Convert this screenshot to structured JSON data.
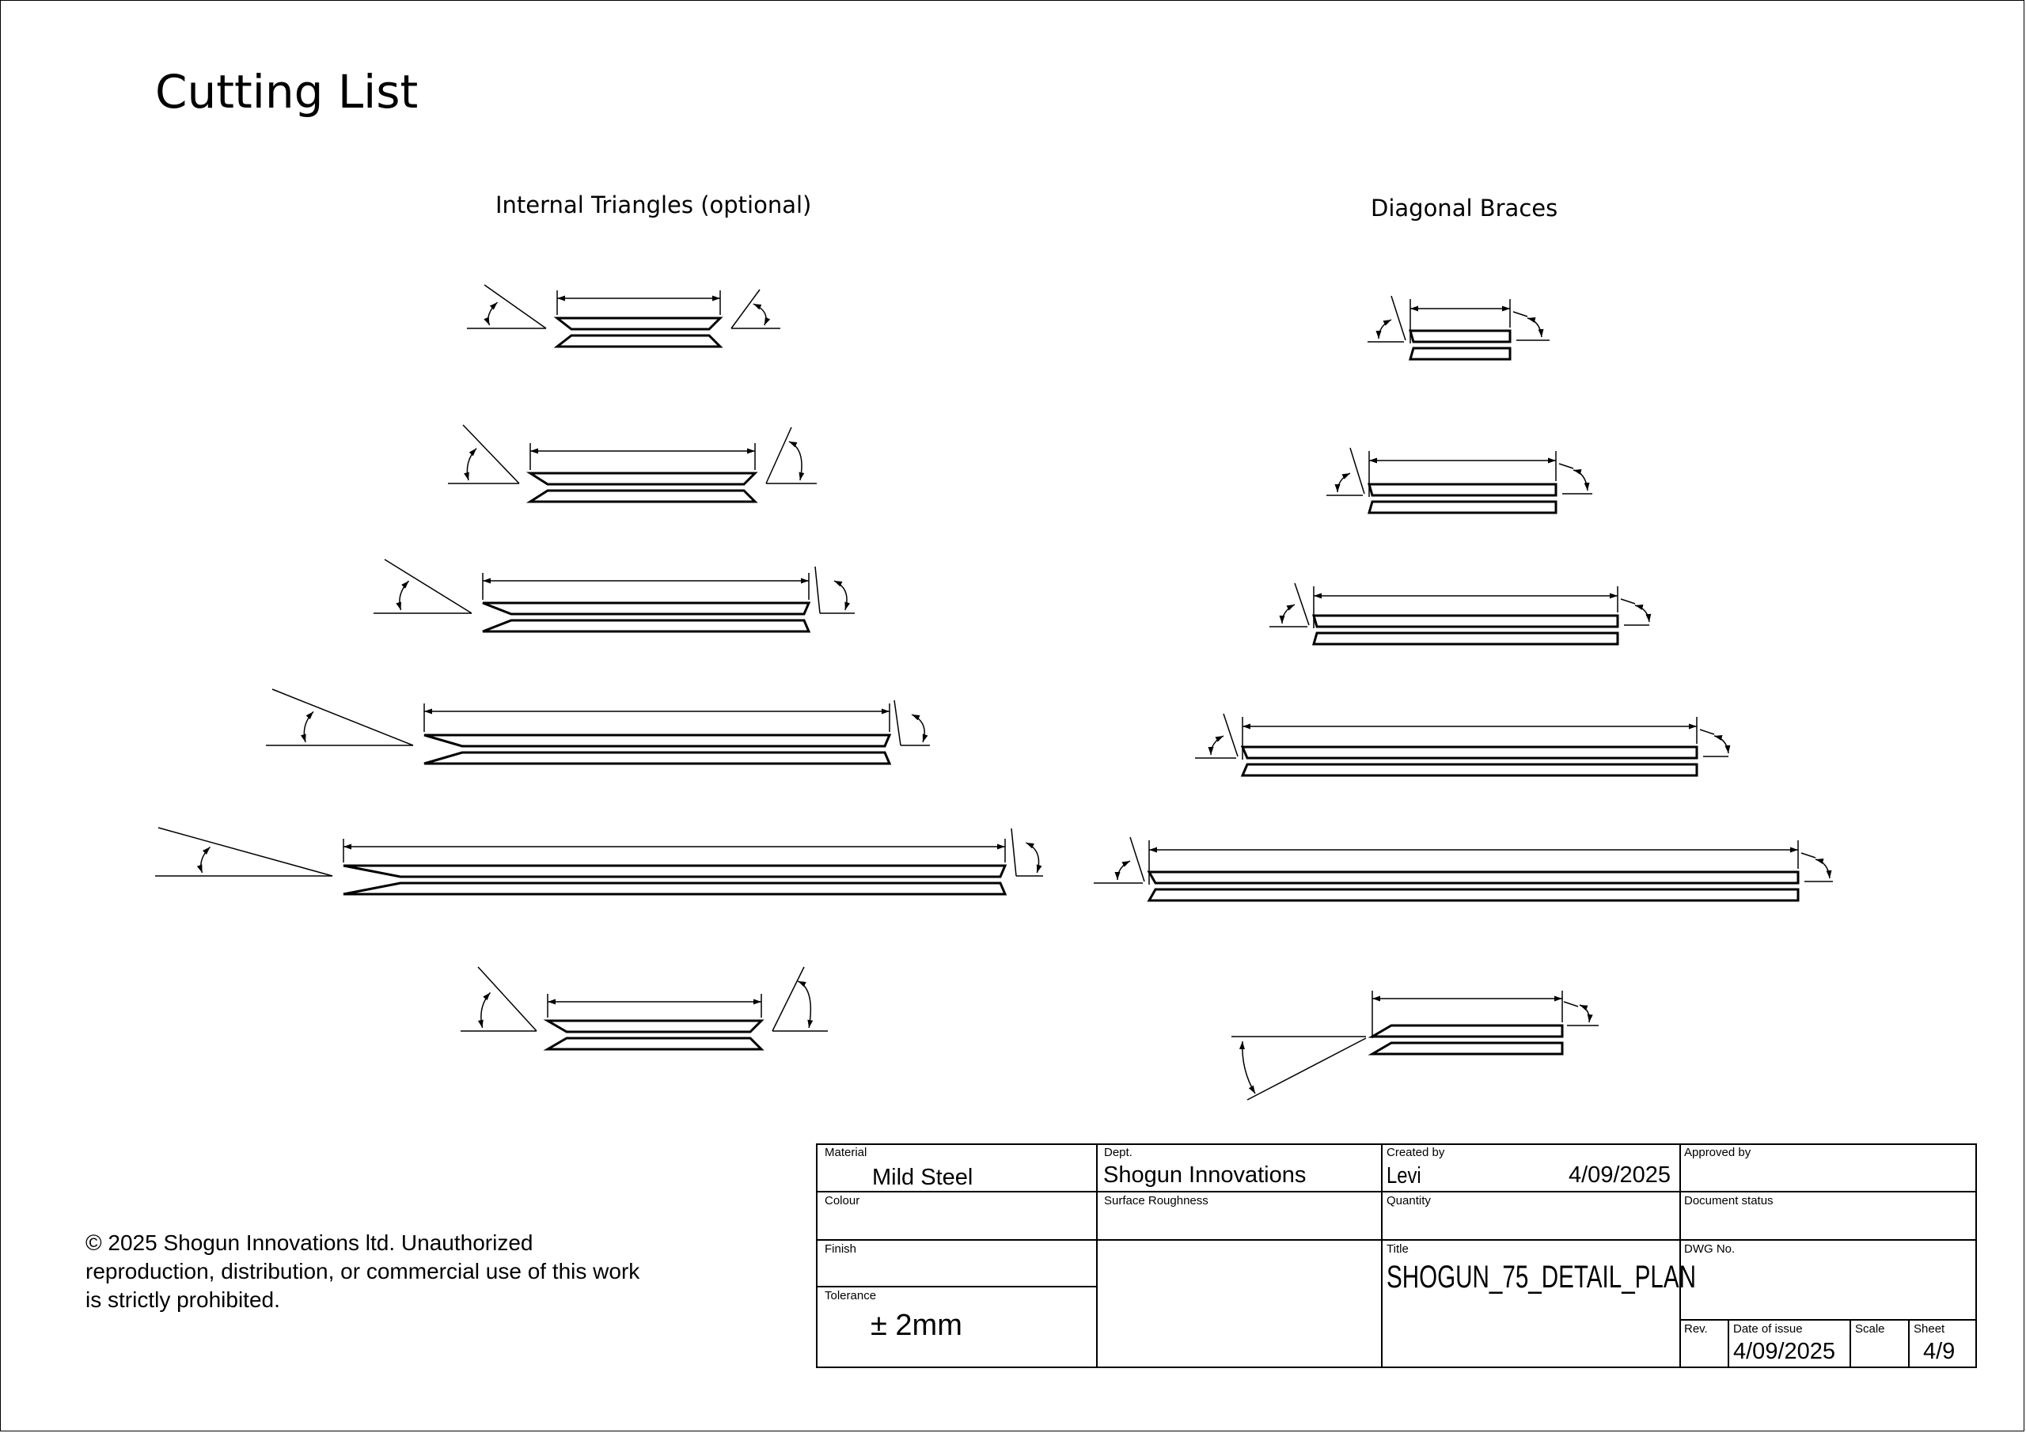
{
  "page_title": "Cutting List",
  "sections": {
    "internal_triangles": "Internal Triangles (optional)",
    "diagonal_braces": "Diagonal Braces"
  },
  "copyright": {
    "line1": "© 2025 Shogun Innovations ltd. Unauthorized",
    "line2": "reproduction, distribution, or commercial use of this work",
    "line3": "is strictly prohibited."
  },
  "title_block": {
    "material_label": "Material",
    "material_value": "Mild Steel",
    "dept_label": "Dept.",
    "dept_value": "Shogun Innovations",
    "created_by_label": "Created by",
    "created_by_value": "Levi",
    "created_date": "4/09/2025",
    "approved_by_label": "Approved by",
    "colour_label": "Colour",
    "surface_roughness_label": "Surface Roughness",
    "quantity_label": "Quantity",
    "document_status_label": "Document status",
    "finish_label": "Finish",
    "title_label": "Title",
    "title_value": "SHOGUN_75_DETAIL_PLAN",
    "dwg_no_label": "DWG No.",
    "tolerance_label": "Tolerance",
    "tolerance_value": "± 2mm",
    "rev_label": "Rev.",
    "date_of_issue_label": "Date of issue",
    "date_of_issue_value": "4/09/2025",
    "scale_label": "Scale",
    "sheet_label": "Sheet",
    "sheet_value": "4/9"
  }
}
